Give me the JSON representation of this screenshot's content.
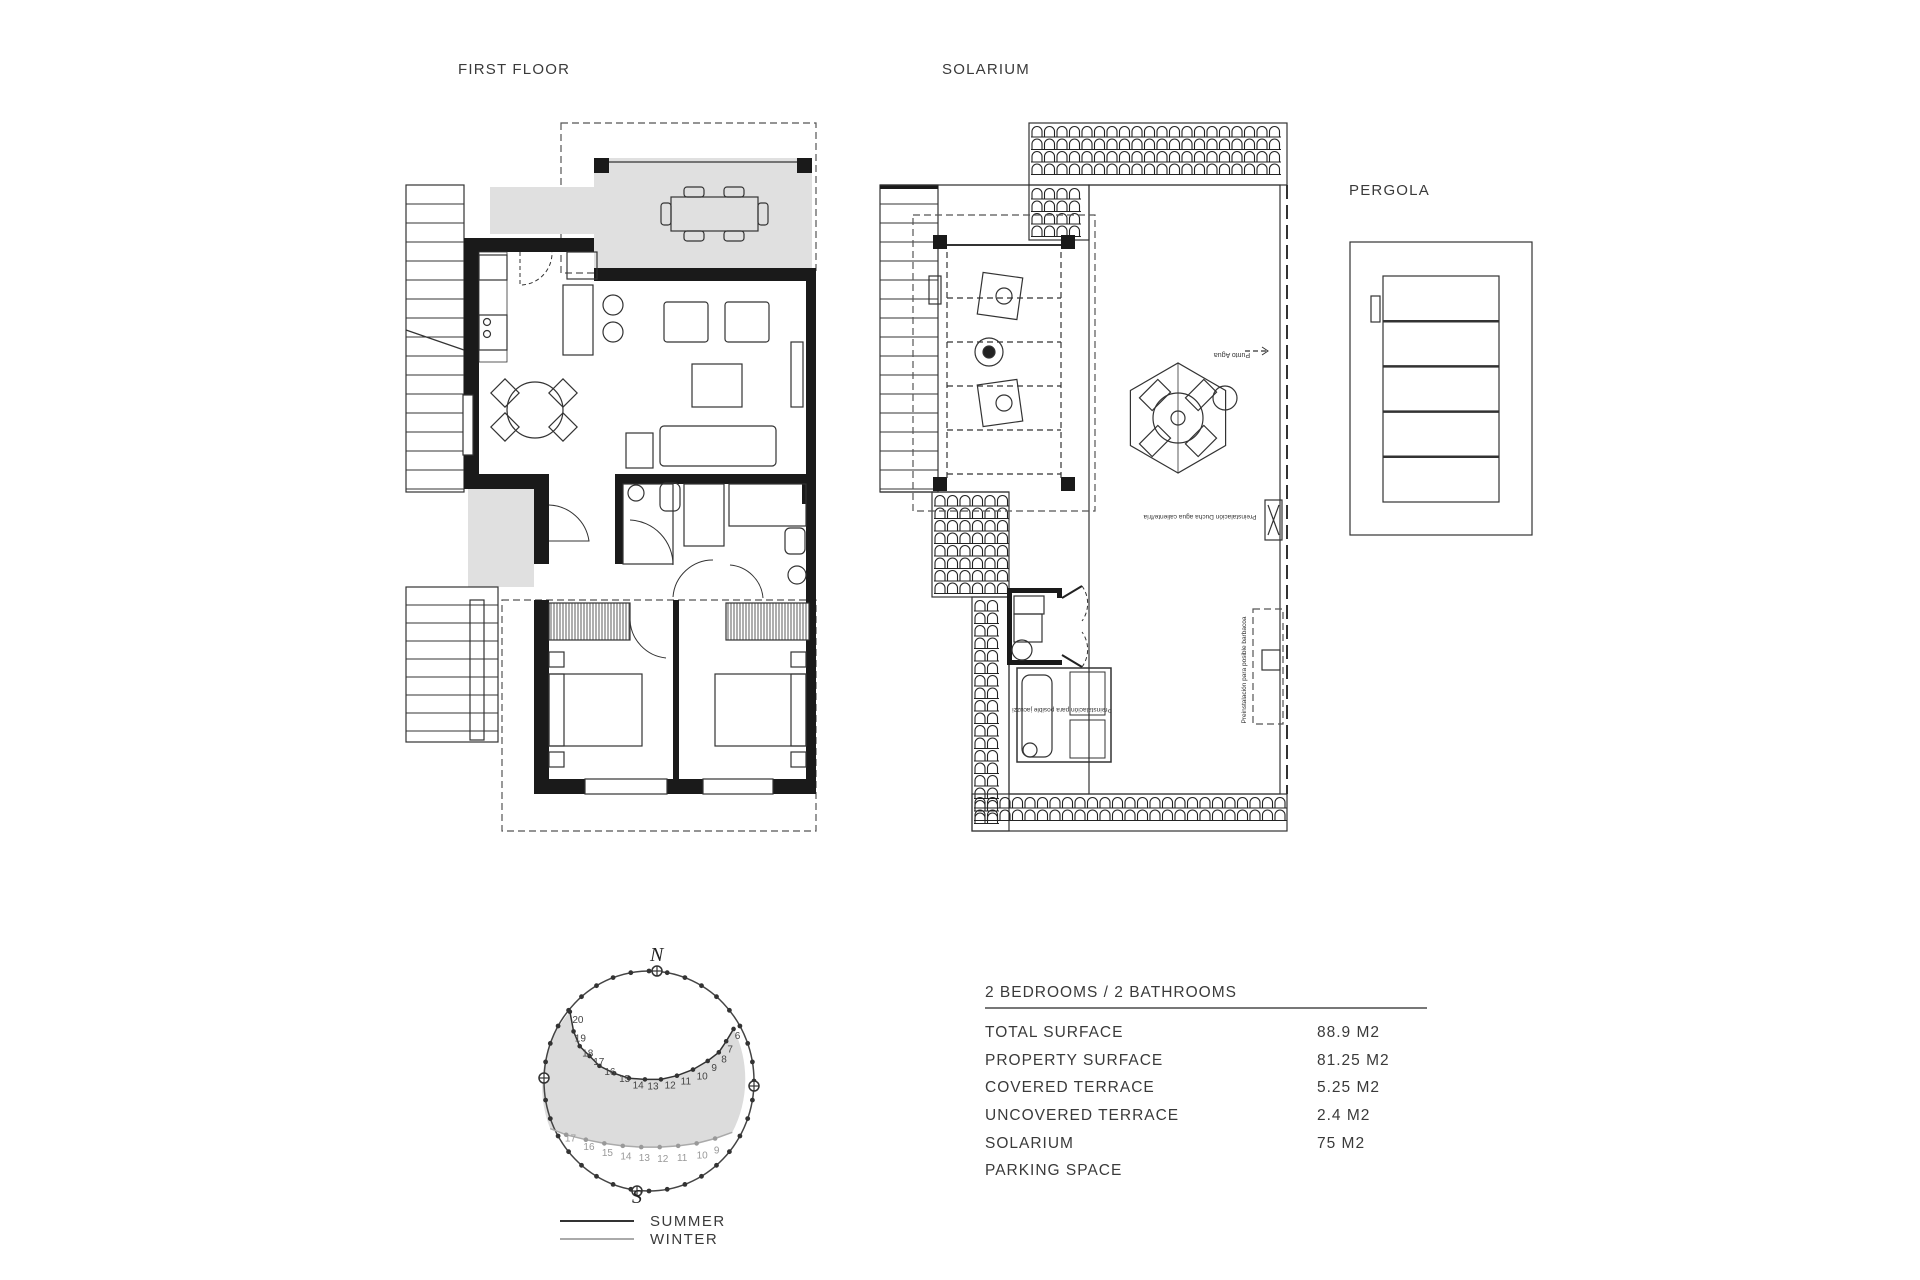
{
  "labels": {
    "first_floor": "FIRST FLOOR",
    "solarium": "SOLARIUM",
    "pergola": "PERGOLA"
  },
  "solarium_notes": {
    "water_point": "Punto Agua",
    "shower": "Preinstalación Ducha agua caliente/fría",
    "jacuzzi": "Preinstalación para posible jacuzzi",
    "barbecue": "Preinstalación para posible barbacoa"
  },
  "sun_diagram": {
    "north": "N",
    "south": "S",
    "summer_hours": [
      "20",
      "19",
      "18",
      "17",
      "16",
      "15",
      "14",
      "13",
      "12",
      "11",
      "10",
      "9",
      "8",
      "7",
      "6"
    ],
    "winter_hours": [
      "17",
      "16",
      "15",
      "14",
      "13",
      "12",
      "11",
      "10",
      "9"
    ],
    "legend": [
      {
        "label": "SUMMER",
        "color": "#333333"
      },
      {
        "label": "WINTER",
        "color": "#aaaaaa"
      }
    ],
    "shade_color": "#dcdcdc"
  },
  "specs": {
    "title": "2 BEDROOMS / 2 BATHROOMS",
    "rows": [
      {
        "label": "TOTAL SURFACE",
        "value": "88.9 M2"
      },
      {
        "label": "PROPERTY SURFACE",
        "value": "81.25 M2"
      },
      {
        "label": "COVERED TERRACE",
        "value": "5.25 M2"
      },
      {
        "label": "UNCOVERED TERRACE",
        "value": "2.4 M2"
      },
      {
        "label": "SOLARIUM",
        "value": "75 M2"
      },
      {
        "label": "PARKING SPACE",
        "value": ""
      }
    ]
  },
  "colors": {
    "wall": "#1a1a1a",
    "terrace_fill": "#e0e0e0",
    "line": "#333333"
  }
}
